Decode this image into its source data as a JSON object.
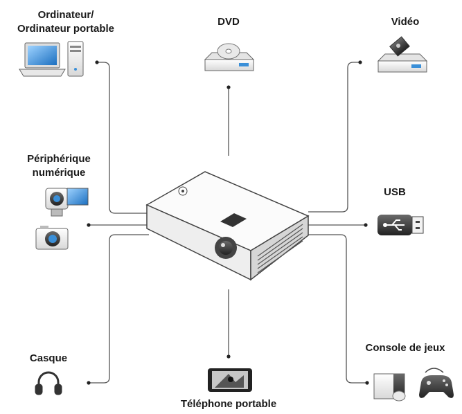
{
  "labels": {
    "computer_line1": "Ordinateur/",
    "computer_line2": "Ordinateur portable",
    "dvd": "DVD",
    "video": "Vidéo",
    "digital_line1": "Périphérique",
    "digital_line2": "numérique",
    "usb": "USB",
    "headset": "Casque",
    "phone": "Téléphone portable",
    "console": "Console de jeux"
  },
  "colors": {
    "connector_line": "#555555",
    "device_body": "#f2f2f2",
    "device_accent": "#3a8fd8",
    "projector_body": "#fafafa",
    "projector_outline": "#444444"
  },
  "icons": [
    "laptop-icon",
    "desktop-tower-icon",
    "dvd-player-icon",
    "vcr-icon",
    "camcorder-icon",
    "camera-icon",
    "usb-stick-icon",
    "headphones-icon",
    "smartphone-icon",
    "game-console-icon",
    "gamepad-icon",
    "projector-icon"
  ]
}
